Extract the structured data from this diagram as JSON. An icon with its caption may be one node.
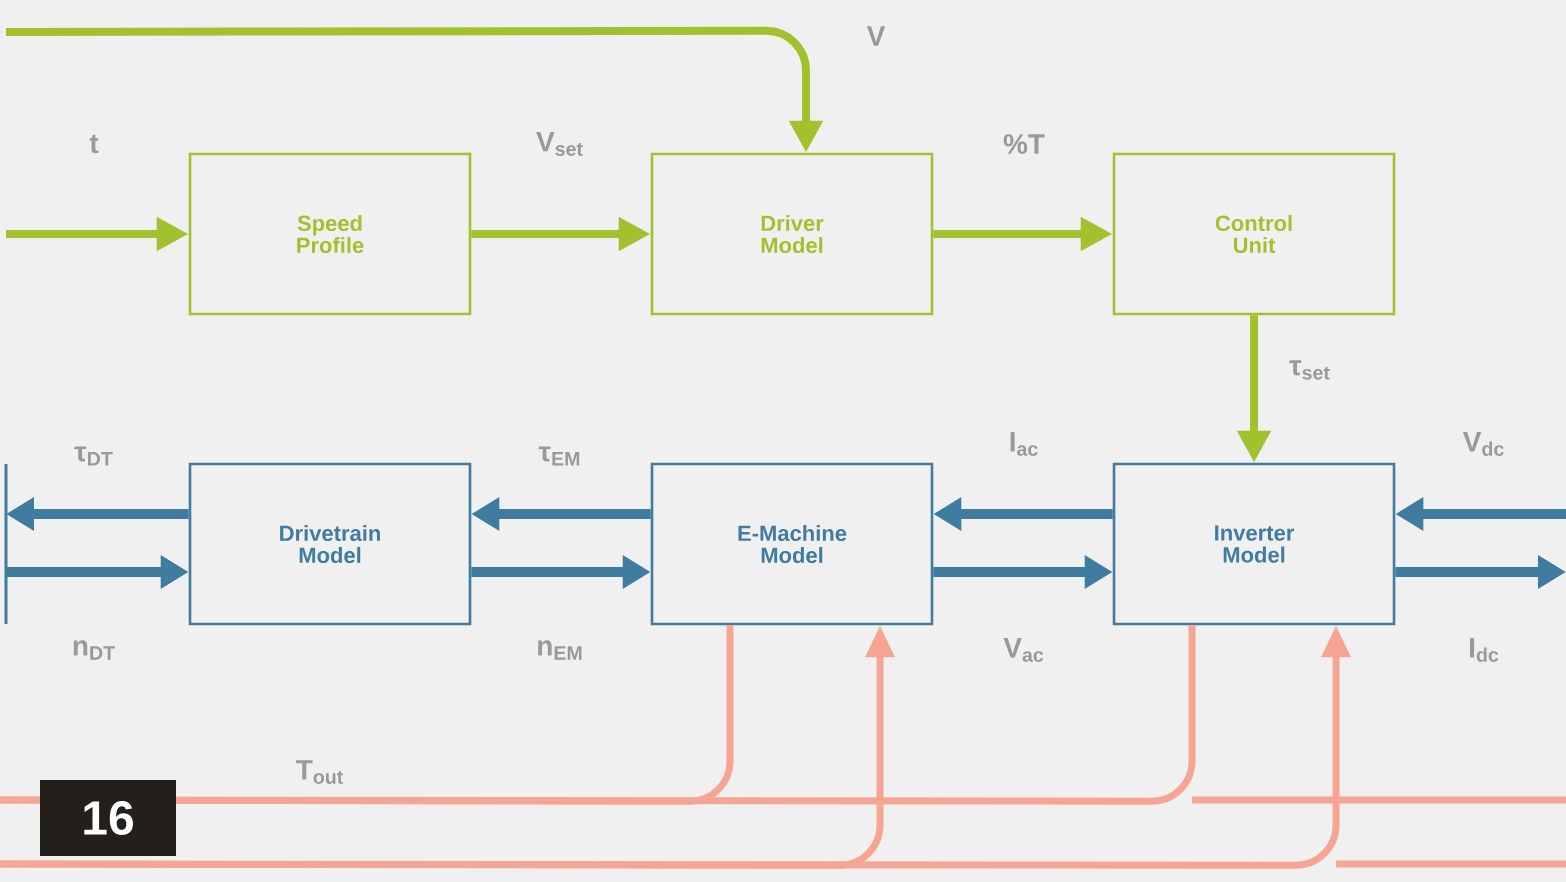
{
  "diagram": {
    "nodes": [
      {
        "text": [
          "Speed Profile"
        ]
      },
      {
        "text": [
          "Driver Model"
        ]
      },
      {
        "text": [
          "Control Unit"
        ]
      },
      {
        "text": [
          "Drivetrain Model"
        ]
      },
      {
        "text": [
          "E-Machine Model"
        ]
      },
      {
        "text": [
          "Inverter Model"
        ]
      }
    ],
    "edges": [
      {
        "from": null,
        "to": 0,
        "arrow": "to",
        "label": "t",
        "color": "#a2c12e"
      },
      {
        "from": 0,
        "to": 1,
        "arrow": "to",
        "label": "V$_{set}$",
        "color": "#a2c12e"
      },
      {
        "from": null,
        "to": 1,
        "arrow": "to",
        "label": "V",
        "color": "#a2c12e"
      },
      {
        "from": 1,
        "to": 2,
        "arrow": "to",
        "label": "%T",
        "color": "#a2c12e"
      },
      {
        "from": 2,
        "to": 5,
        "arrow": "to",
        "label": "τ$_{set}$",
        "color": "#a2c12e"
      },
      {
        "from": 3,
        "to": null,
        "arrow": "to",
        "label": "τ$_{DT}$"
      },
      {
        "from": null,
        "to": 3,
        "arrow": "to",
        "label": "n$_{DT}$"
      },
      {
        "from": 4,
        "to": 3,
        "arrow": "to",
        "label": "τ$_{EM}$"
      },
      {
        "from": 3,
        "to": 4,
        "arrow": "to",
        "label": "n$_{EM}$"
      },
      {
        "from": 5,
        "to": 4,
        "arrow": "to",
        "label": "I$_{ac}$"
      },
      {
        "from": 4,
        "to": 5,
        "arrow": "to",
        "label": "V$_{ac}$"
      },
      {
        "from": null,
        "to": 5,
        "arrow": "to",
        "label": "V$_{dc}$"
      },
      {
        "from": 5,
        "to": null,
        "arrow": "to",
        "label": "I$_{dc}$"
      },
      {
        "from": 4,
        "to": null,
        "arrow": "none",
        "label": "T$_{out}$",
        "color": "#f7a593"
      },
      {
        "from": 5,
        "to": null,
        "arrow": "none",
        "color": "#f7a593"
      },
      {
        "from": null,
        "to": 4,
        "arrow": "to",
        "color": "#f7a593"
      },
      {
        "from": null,
        "to": 5,
        "arrow": "to",
        "color": "#f7a593"
      }
    ],
    "labels": [
      "16"
    ]
  }
}
